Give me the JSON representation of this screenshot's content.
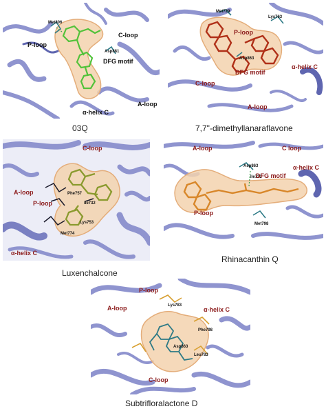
{
  "colors": {
    "ribbon": "#8f94cf",
    "ribbon_dark": "#5f66b0",
    "surface": "#f3d2ae",
    "surface_edge": "#e4ad7a",
    "label_black": "#111111",
    "label_red": "#8b1a1a",
    "ligand_green": "#52c23a",
    "ligand_red": "#b03018",
    "ligand_gold": "#d8872a",
    "ligand_olive": "#8a9a2e",
    "residue_teal": "#2d7a86"
  },
  "panels": [
    {
      "caption": "03Q",
      "labels": [
        "P-loop",
        "C-loop",
        "DFG motif",
        "A-loop",
        "α-helix C"
      ],
      "residues": [
        "Met806",
        "Asp881"
      ]
    },
    {
      "caption": "7,7\"-dimethyllanaraflavone",
      "labels": [
        "P-loop",
        "DFG motif",
        "C-loop",
        "A-loop",
        "α-helix C"
      ],
      "residues": [
        "Met729",
        "Lys763",
        "Asp863"
      ]
    },
    {
      "caption": "Luxenchalcone",
      "labels": [
        "C-loop",
        "A-loop",
        "P-loop",
        "α-helix C"
      ],
      "residues": [
        "Phe757",
        "Ile732",
        "Lys753",
        "Met774"
      ]
    },
    {
      "caption": "Rhinacanthin Q",
      "labels": [
        "A-loop",
        "C loop",
        "α-helix C",
        "DFG motif",
        "P-loop"
      ],
      "residues": [
        "Asp863",
        "Ile732",
        "Met798"
      ]
    },
    {
      "caption": "Subtrifloralactone D",
      "labels": [
        "P-loop",
        "A-loop",
        "α-helix C",
        "C-loop"
      ],
      "residues": [
        "Lys783",
        "Phe798",
        "Asp863",
        "Leu783"
      ]
    }
  ]
}
